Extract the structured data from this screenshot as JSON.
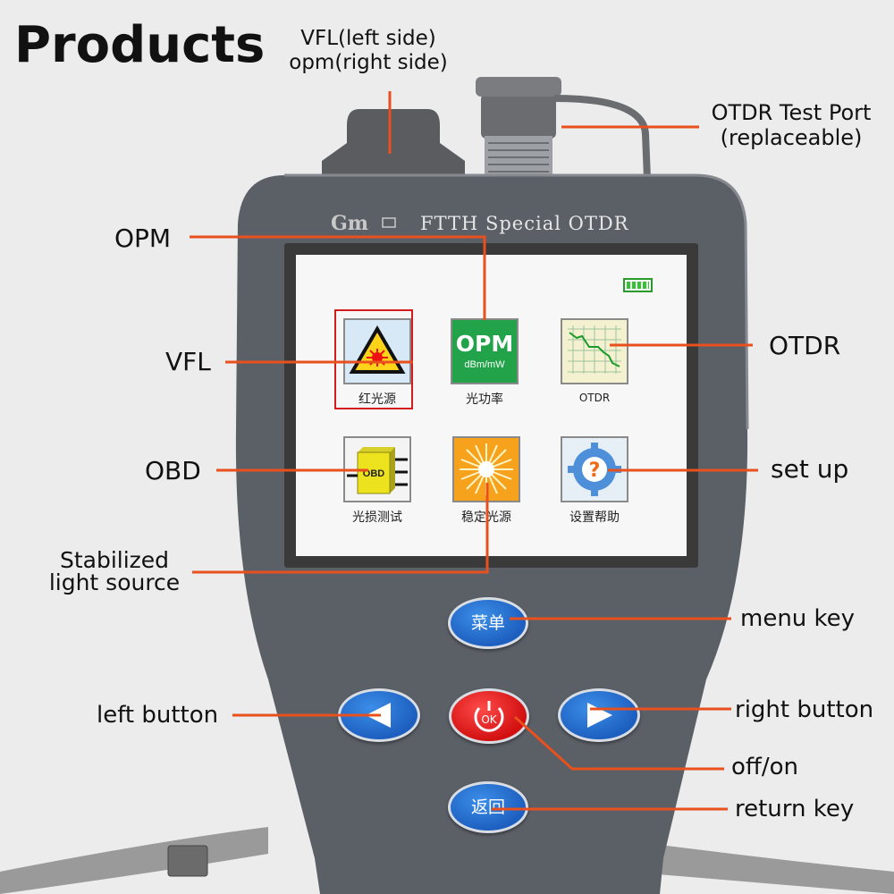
{
  "heading": "Products",
  "top_note": {
    "line1": "VFL(left side)",
    "line2": "opm(right side)"
  },
  "device": {
    "brand": "FTTH Special OTDR"
  },
  "callouts": {
    "otdr_port_line1": "OTDR Test Port",
    "otdr_port_line2": "(replaceable)",
    "opm": "OPM",
    "vfl": "VFL",
    "otdr": "OTDR",
    "obd": "OBD",
    "setup": "set up",
    "stab_line1": "Stabilized",
    "stab_line2": "light source",
    "menu_key": "menu key",
    "left_button": "left button",
    "right_button": "right button",
    "off_on": "off/on",
    "return_key": "return key"
  },
  "screen": {
    "tiles": [
      {
        "caption": "红光源"
      },
      {
        "caption": "光功率",
        "icon_text": "OPM",
        "icon_sub": "dBm/mW"
      },
      {
        "caption": "OTDR"
      },
      {
        "caption": "光损测试",
        "icon_text": "OBD"
      },
      {
        "caption": "稳定光源"
      },
      {
        "caption": "设置帮助"
      }
    ]
  },
  "keys": {
    "menu": "菜单",
    "ok": "OK",
    "back": "返回"
  },
  "colors": {
    "callout_line": "#e8501e",
    "device_body": "#5b5f66",
    "key_blue": "#1d5fc0",
    "key_red": "#d21010"
  }
}
